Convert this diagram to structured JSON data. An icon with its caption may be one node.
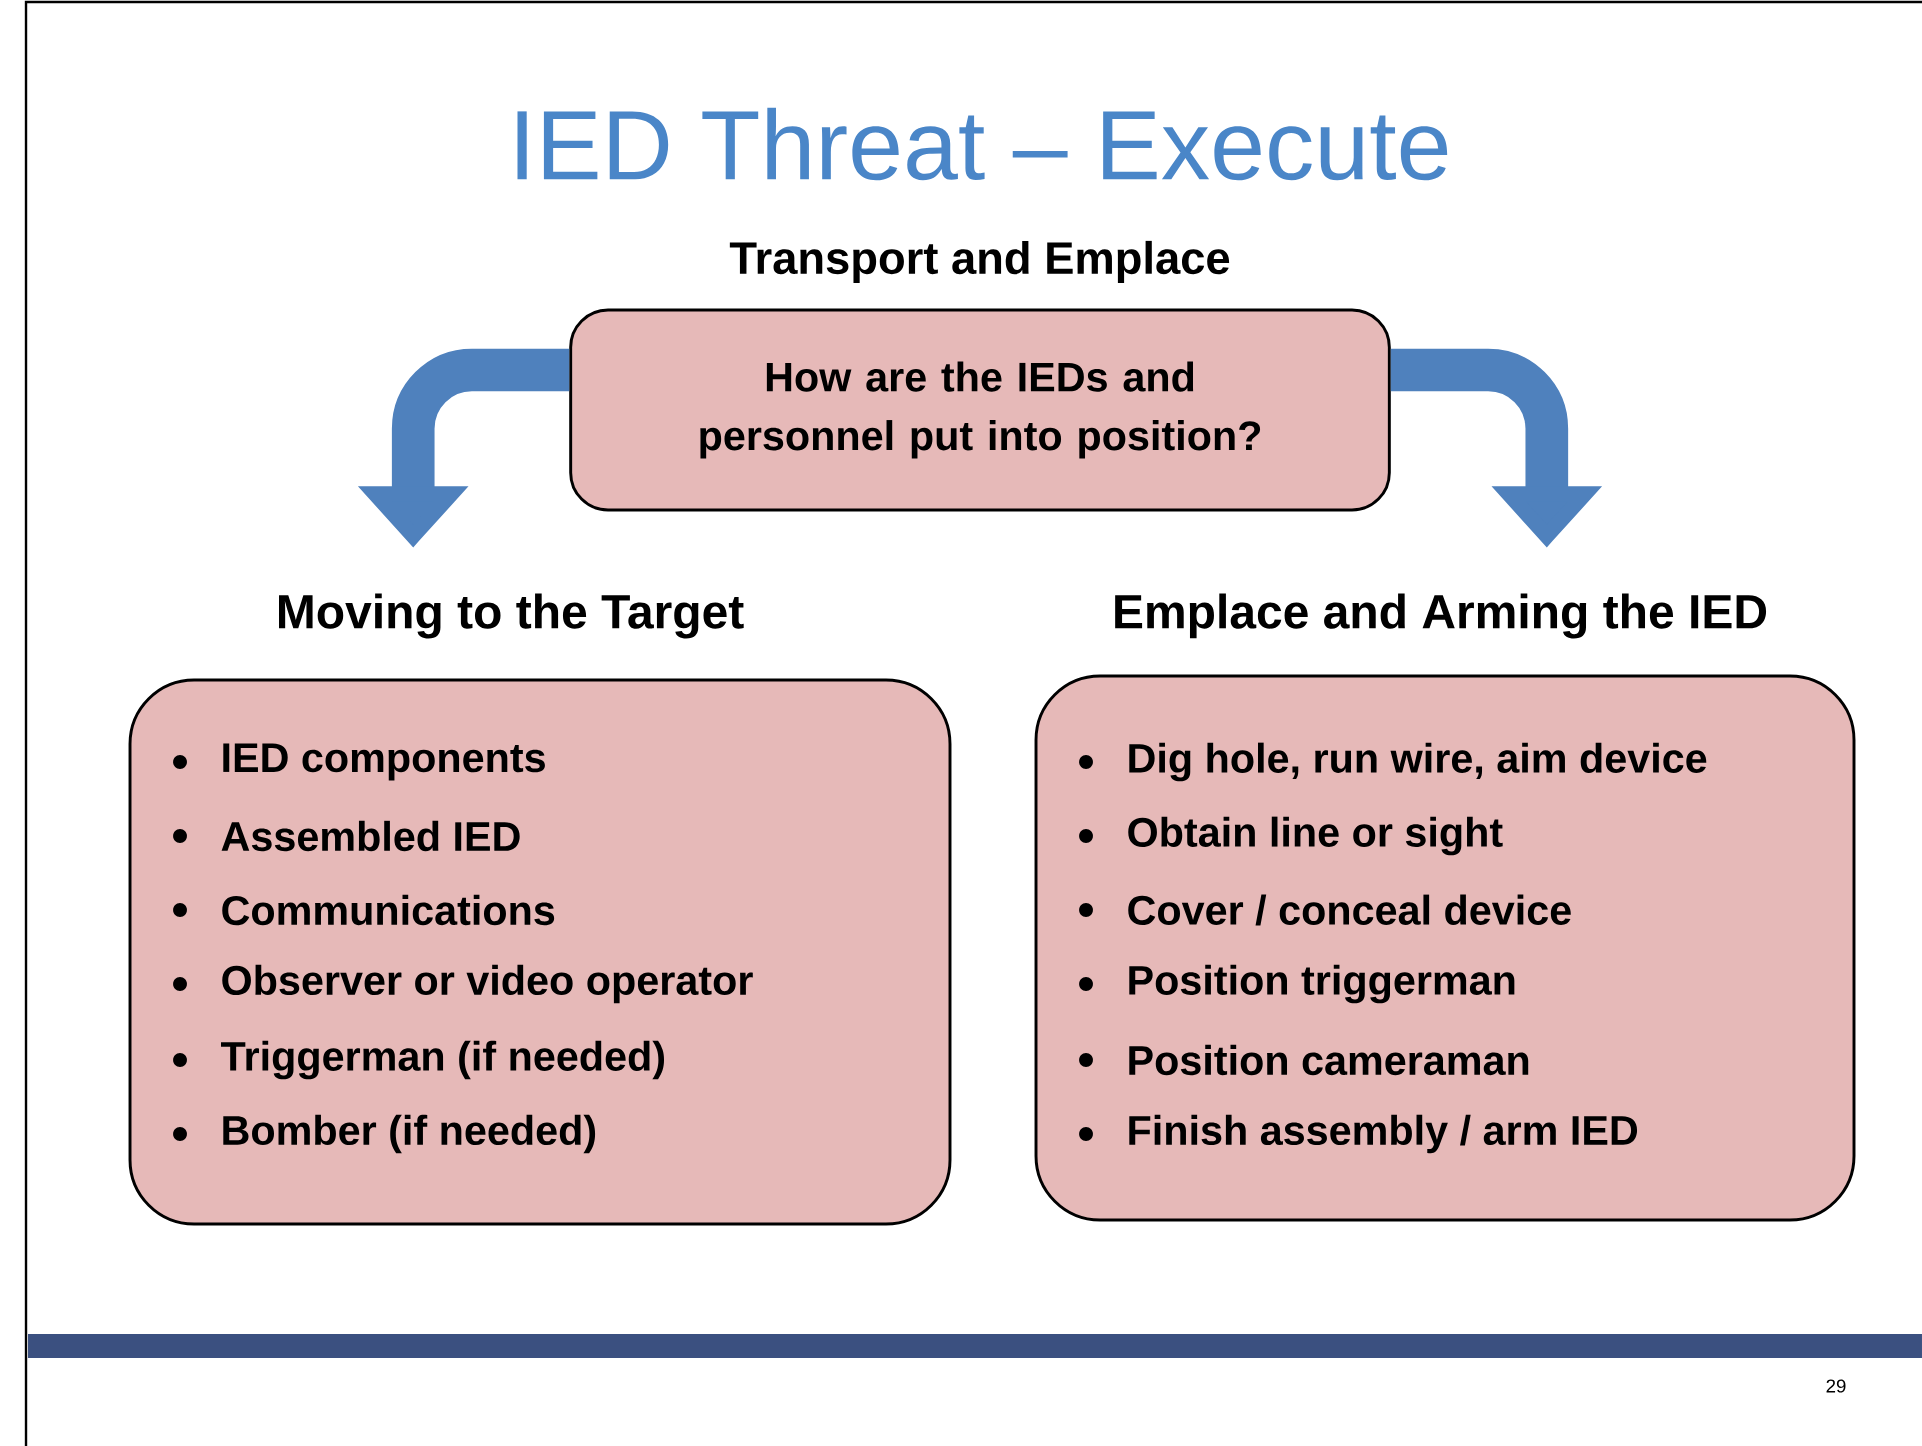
{
  "diagram": {
    "title": "IED Threat – Execute",
    "nodes": [
      {
        "text": [
          "Transport and Emplace",
          "How are the IEDs and personnel put into position?"
        ]
      },
      {
        "text": [
          "Moving to the Target",
          "IED components",
          "Assembled IED",
          "Communications",
          "Observer or video operator",
          "Triggerman (if needed)",
          "Bomber (if needed)"
        ]
      },
      {
        "text": [
          "Emplace and Arming the IED",
          "Dig hole, run wire, aim device",
          "Obtain line or sight",
          "Cover / conceal device",
          "Position triggerman",
          "Position cameraman",
          "Finish assembly / arm IED"
        ]
      }
    ],
    "edges": [
      {
        "from": 0,
        "to": 1,
        "arrow": "to"
      },
      {
        "from": 0,
        "to": 2,
        "arrow": "to"
      }
    ],
    "labels": [
      "29"
    ]
  }
}
